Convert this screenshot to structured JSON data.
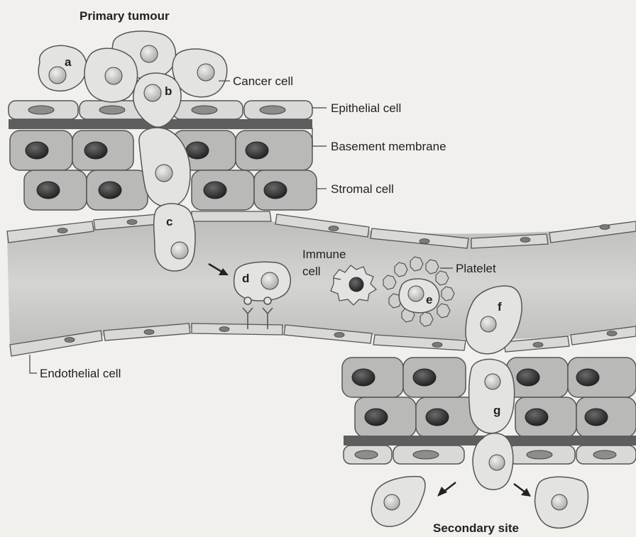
{
  "titles": {
    "primary": "Primary tumour",
    "secondary": "Secondary site"
  },
  "labels": {
    "cancer_cell": "Cancer cell",
    "epithelial_cell": "Epithelial cell",
    "basement_membrane": "Basement membrane",
    "stromal_cell": "Stromal cell",
    "endothelial_cell": "Endothelial cell",
    "immune_cell_line1": "Immune",
    "immune_cell_line2": "cell",
    "platelet": "Platelet"
  },
  "stage_letters": {
    "a": "a",
    "b": "b",
    "c": "c",
    "d": "d",
    "e": "e",
    "f": "f",
    "g": "g"
  },
  "colors": {
    "background": "#f1f0ec",
    "cell_fill": "#e3e3e1",
    "nucleus_light": "#bdbdbb",
    "nucleus_dark": "#3a3a3a",
    "membrane": "#5e5e5e",
    "vessel_lumen": "#c9c9c7",
    "stromal_fill": "#b9b9b7",
    "outline": "#555555"
  }
}
